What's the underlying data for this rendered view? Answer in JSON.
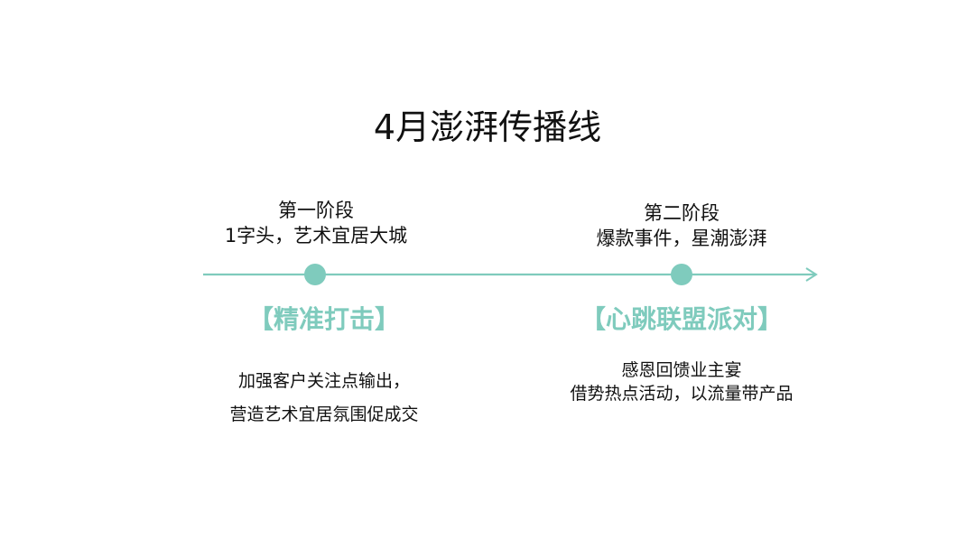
{
  "title": "4月澎湃传播线",
  "colors": {
    "accent": "#7fcbbd",
    "text": "#111111",
    "background": "#ffffff"
  },
  "timeline": {
    "arrow_direction": "right",
    "stages": [
      {
        "heading": "第一阶段",
        "subheading": "1字头，艺术宜居大城",
        "tag": "【精准打击】",
        "description_lines": [
          "加强客户关注点输出，",
          "营造艺术宜居氛围促成交"
        ]
      },
      {
        "heading": "第二阶段",
        "subheading": "爆款事件，星潮澎湃",
        "tag": "【心跳联盟派对】",
        "description_lines": [
          "感恩回馈业主宴",
          "借势热点活动，以流量带产品"
        ]
      }
    ]
  }
}
